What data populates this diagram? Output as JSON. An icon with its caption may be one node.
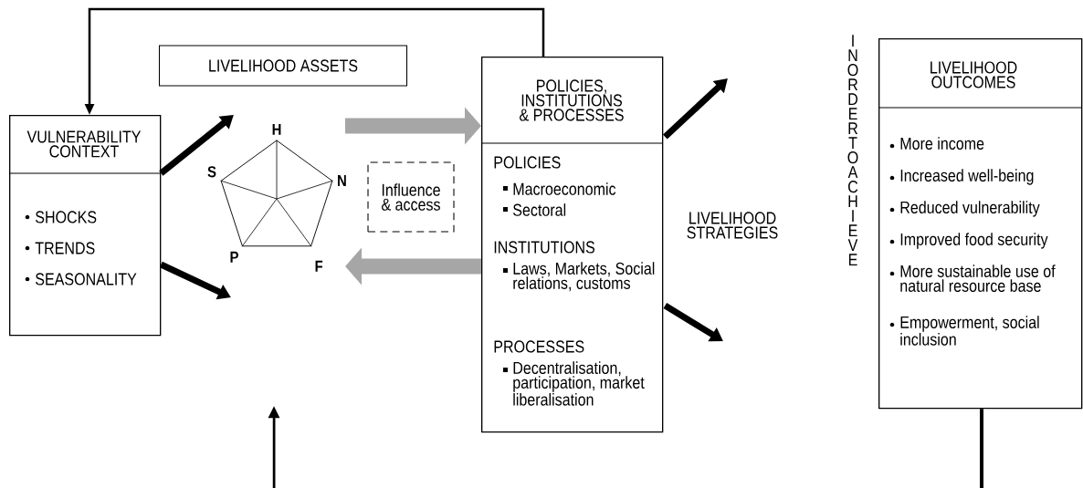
{
  "diagram": {
    "nodes": [
      {
        "text": [
          "VULNERABILITY CONTEXT",
          "SHOCKS",
          "TRENDS",
          "SEASONALITY"
        ]
      },
      {
        "text": [
          "LIVELIHOOD ASSETS"
        ]
      },
      {
        "text": [],
        "shape": "pentagon",
        "beside": [
          "H",
          "S",
          "N",
          "P",
          "F"
        ]
      },
      {
        "text": [
          "Influence & access"
        ]
      },
      {
        "text": [
          "POLICIES, INSTITUTIONS & PROCESSES",
          "POLICIES",
          "Macroeconomic",
          "Sectoral",
          "INSTITUTIONS",
          "Laws, Markets, Social relations, customs",
          "PROCESSES",
          "Decentralisation, participation, market liberalisation"
        ]
      },
      {
        "text": [
          "LIVELIHOOD STRATEGIES"
        ]
      },
      {
        "text": [
          "LIVELIHOOD OUTCOMES",
          "More income",
          "Increased well-being",
          "Reduced vulnerability",
          "Improved food security",
          "More sustainable use of natural resource base",
          "Empowerment, social inclusion"
        ]
      }
    ],
    "edges": [
      {
        "from": 4,
        "to": 0,
        "arrow": "to"
      },
      {
        "from": 0,
        "to": 2,
        "arrow": "to"
      },
      {
        "from": 0,
        "to": 2,
        "arrow": "to"
      },
      {
        "from": 2,
        "to": 4,
        "arrow": "to",
        "style": "thick",
        "color": "#a6a6a6"
      },
      {
        "from": 4,
        "to": 2,
        "arrow": "to",
        "style": "thick",
        "color": "#a6a6a6"
      },
      {
        "from": 4,
        "to": null,
        "arrow": "to"
      },
      {
        "from": 4,
        "to": null,
        "arrow": "to"
      },
      {
        "from": 6,
        "to": null,
        "arrow": "none"
      }
    ],
    "labels": [
      "IN ORDER TO ACHIEVE"
    ]
  }
}
